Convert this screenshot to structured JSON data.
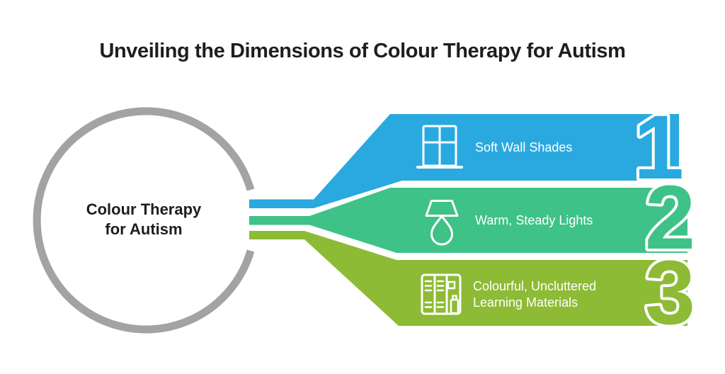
{
  "title": "Unveiling the Dimensions of Colour Therapy for Autism",
  "center": {
    "line1": "Colour Therapy",
    "line2": "for Autism"
  },
  "items": [
    {
      "number": "1",
      "icon": "window-icon",
      "color": "#29a9df",
      "lines": [
        "Soft Wall Shades"
      ]
    },
    {
      "number": "2",
      "icon": "lamp-icon",
      "color": "#3fc287",
      "lines": [
        "Warm, Steady Lights"
      ]
    },
    {
      "number": "3",
      "icon": "books-icon",
      "color": "#8dbb35",
      "lines": [
        "Colourful, Uncluttered",
        "Learning Materials"
      ]
    }
  ],
  "colors": {
    "circle_border": "#a3a3a3",
    "title_text": "#1e1e1e",
    "circle_text": "#1d1d1d",
    "label_text": "#ffffff",
    "background": "#ffffff"
  }
}
